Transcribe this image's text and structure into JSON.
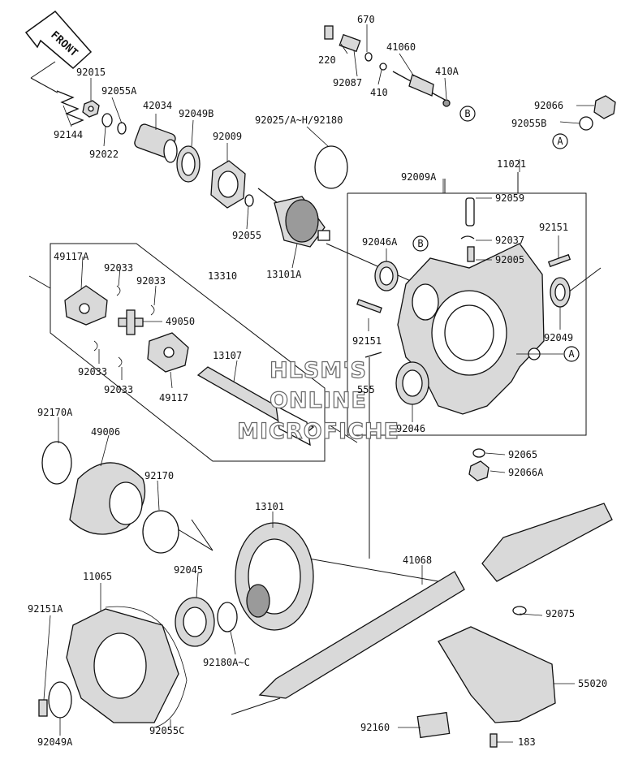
{
  "front_marker": "FRONT",
  "watermark": [
    "HLSM'S",
    "ONLINE",
    "MICROFICHE"
  ],
  "ref_marks": [
    "A",
    "B"
  ],
  "parts": [
    "92015",
    "92055A",
    "42034",
    "92049B",
    "92009",
    "92144",
    "92022",
    "92025/A~H/92180",
    "220",
    "670",
    "41060",
    "92087",
    "410",
    "410A",
    "92066",
    "92055B",
    "92009A",
    "11021",
    "92055",
    "13101A",
    "92046A",
    "92059",
    "92037",
    "92151",
    "92005",
    "49117A",
    "92033",
    "13310",
    "49050",
    "13107",
    "49117",
    "92049",
    "555",
    "92046",
    "92065",
    "92066A",
    "92170A",
    "49006",
    "92170",
    "13101",
    "41068",
    "11065",
    "92045",
    "92075",
    "92151A",
    "92180A~C",
    "55020",
    "92049A",
    "92055C",
    "92160",
    "183"
  ]
}
